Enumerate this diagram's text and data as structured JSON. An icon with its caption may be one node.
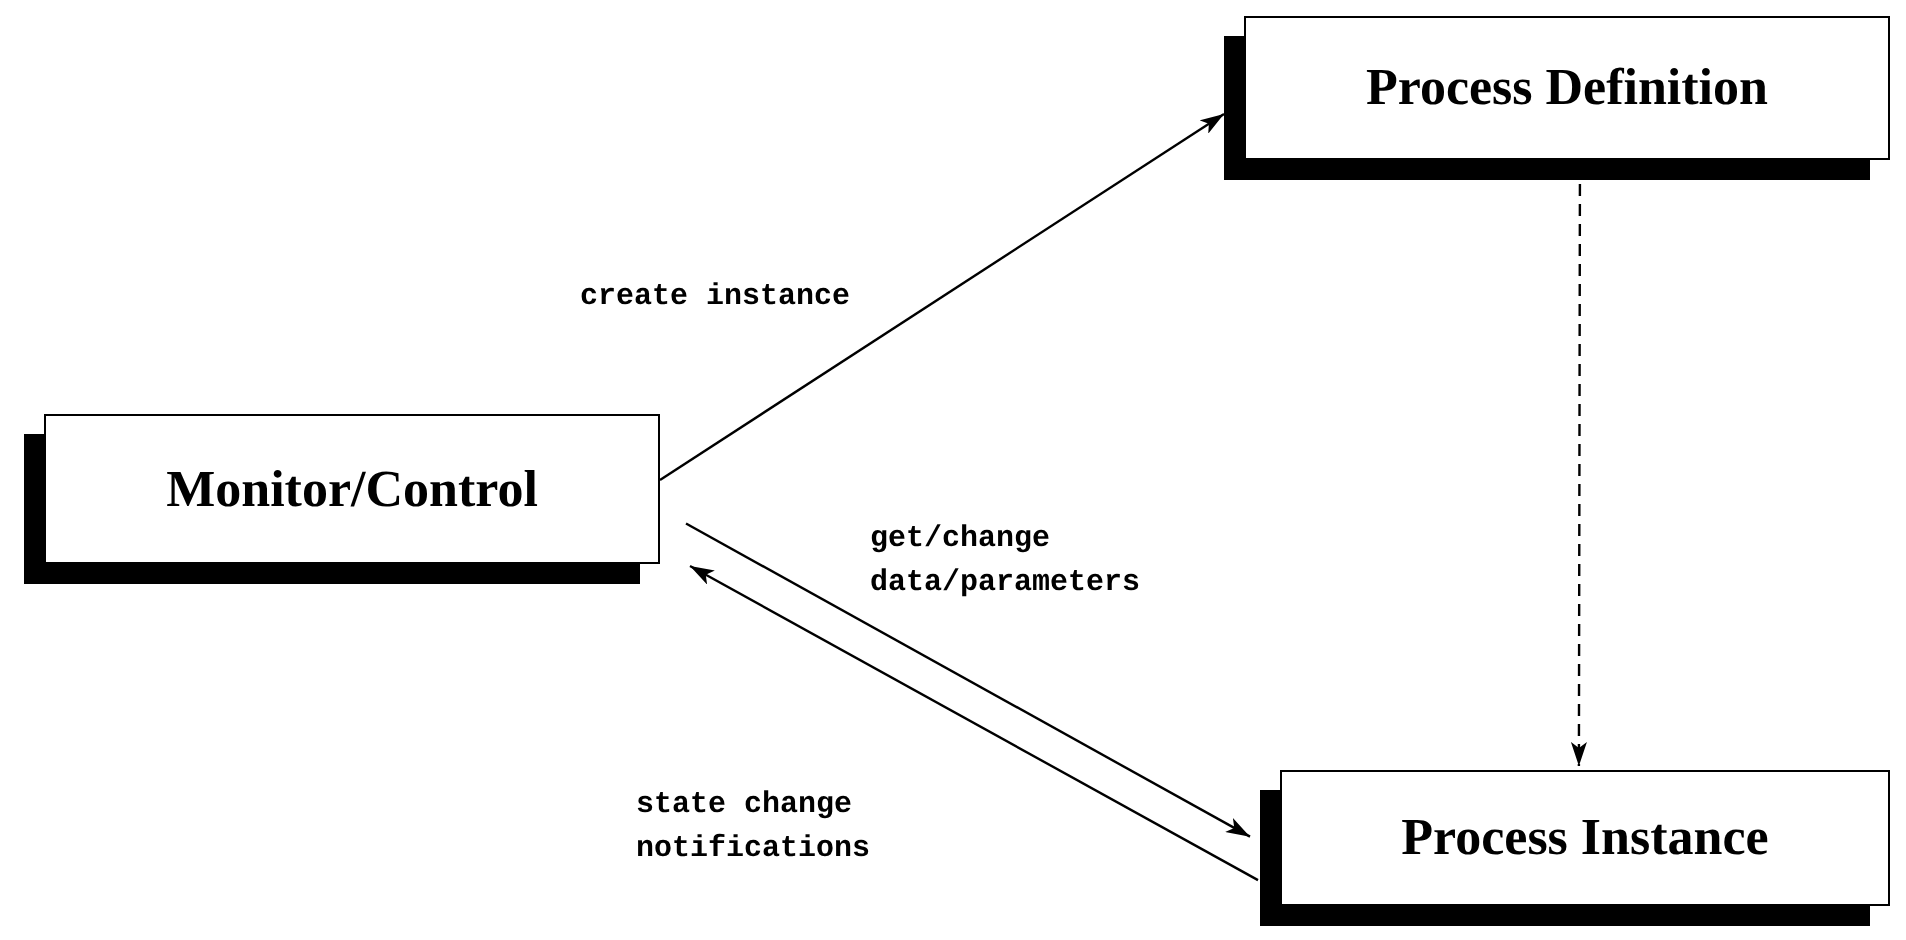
{
  "diagram": {
    "nodes": [
      {
        "text": [
          "Monitor/Control"
        ]
      },
      {
        "text": [
          "Process Definition"
        ]
      },
      {
        "text": [
          "Process Instance"
        ]
      }
    ],
    "edges": [
      {
        "from": 0,
        "to": 1,
        "arrow": "to",
        "label": "create instance"
      },
      {
        "from": 0,
        "to": 2,
        "arrow": "to",
        "label": "get/change data/parameters"
      },
      {
        "from": 2,
        "to": 0,
        "arrow": "to",
        "label": "state change notifications"
      },
      {
        "from": 1,
        "to": 2,
        "arrow": "to",
        "style": "dashed"
      }
    ]
  }
}
